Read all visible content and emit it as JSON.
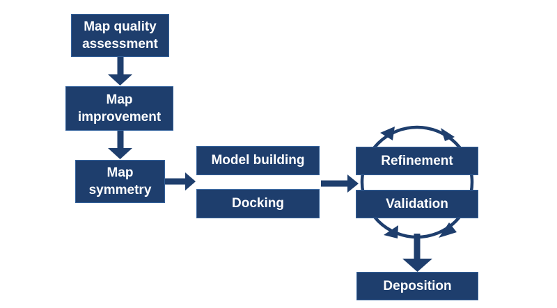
{
  "diagram": {
    "type": "flowchart",
    "colors": {
      "node_fill": "#1e3e6d",
      "node_border": "#35639d",
      "label_text": "#ffffff",
      "arrow": "#1e3e6d",
      "background": "#ffffff"
    },
    "nodes": [
      {
        "id": "map-quality-assessment",
        "label": "Map quality\nassessment"
      },
      {
        "id": "map-improvement",
        "label": "Map\nimprovement"
      },
      {
        "id": "map-symmetry",
        "label": "Map\nsymmetry"
      },
      {
        "id": "model-building",
        "label": "Model building"
      },
      {
        "id": "docking",
        "label": "Docking"
      },
      {
        "id": "refinement",
        "label": "Refinement"
      },
      {
        "id": "validation",
        "label": "Validation"
      },
      {
        "id": "deposition",
        "label": "Deposition"
      }
    ],
    "edges": [
      {
        "from": "map-quality-assessment",
        "to": "map-improvement",
        "style": "block-arrow-down"
      },
      {
        "from": "map-improvement",
        "to": "map-symmetry",
        "style": "block-arrow-down"
      },
      {
        "from": "map-symmetry",
        "to": "model-building|docking",
        "style": "block-arrow-right"
      },
      {
        "from": "model-building|docking",
        "to": "refinement|validation",
        "style": "block-arrow-right"
      },
      {
        "from": "refinement",
        "to": "validation",
        "style": "circular-cycle-arrows"
      },
      {
        "from": "refinement|validation",
        "to": "deposition",
        "style": "block-arrow-down"
      }
    ]
  }
}
